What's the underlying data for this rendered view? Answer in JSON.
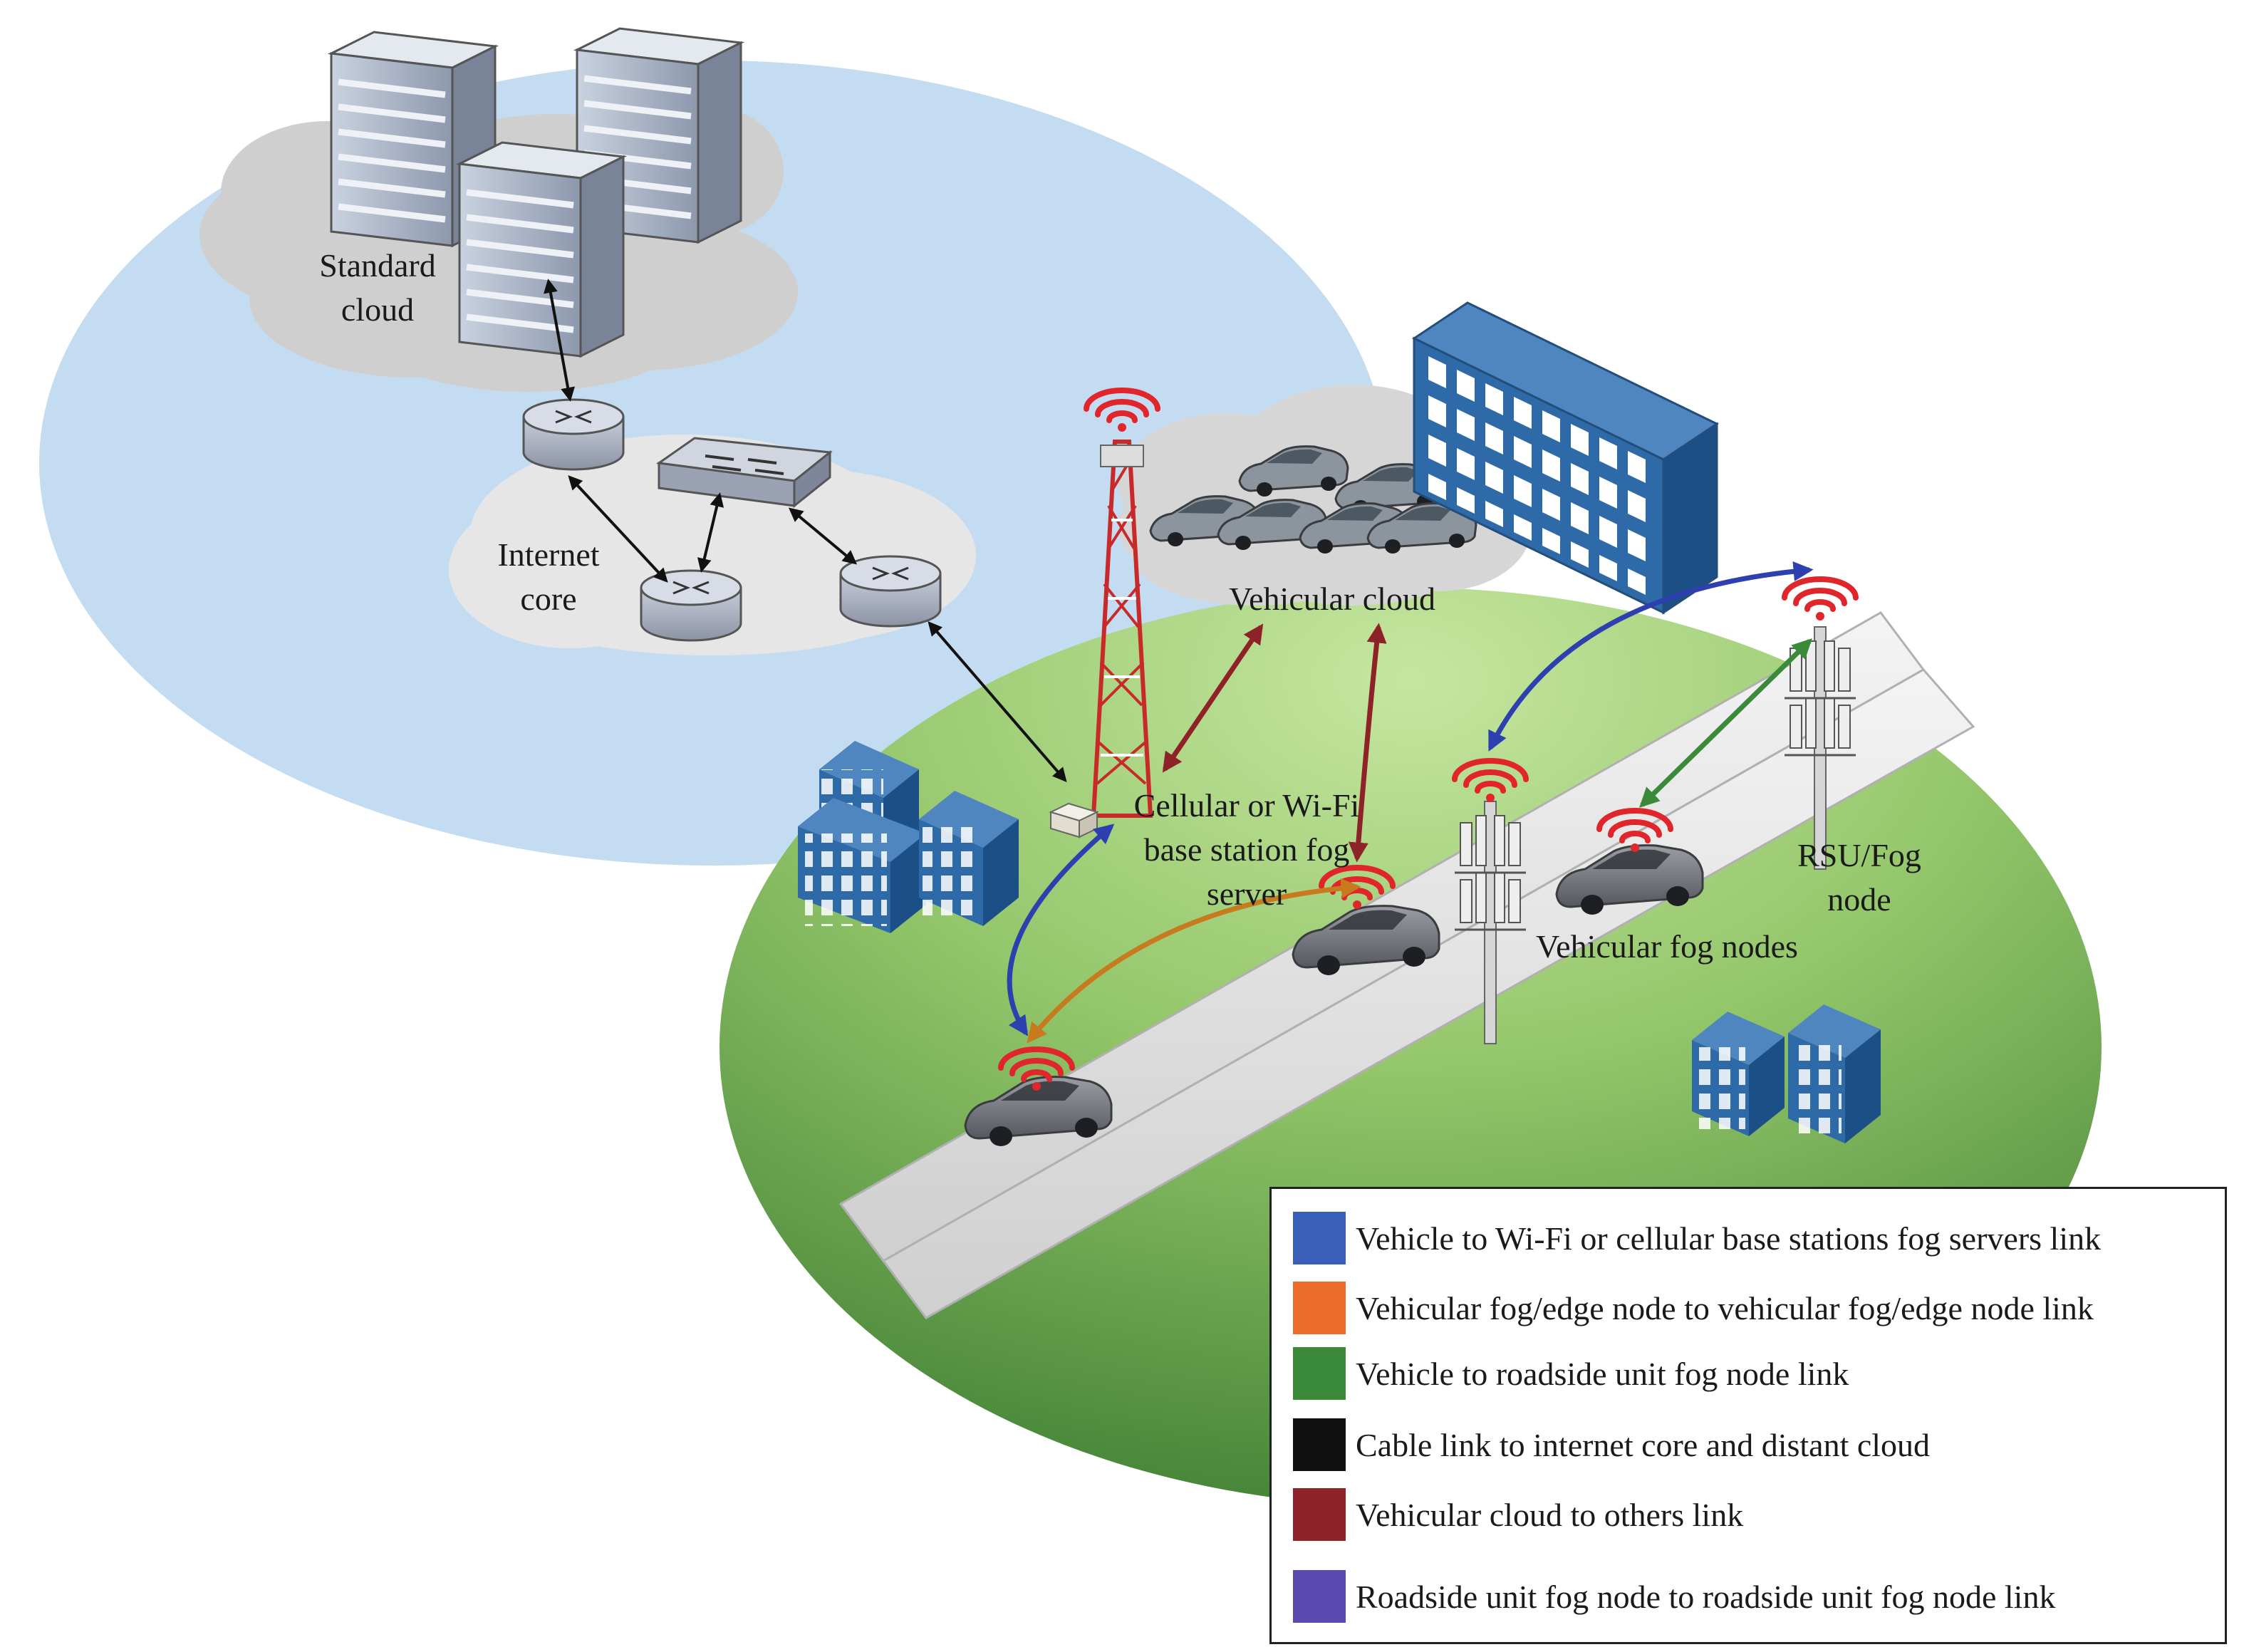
{
  "labels": {
    "standard_cloud": "Standard\ncloud",
    "internet_core": "Internet\ncore",
    "vehicular_cloud": "Vehicular cloud",
    "base_station": "Cellular or Wi-Fi\nbase station fog\nserver",
    "rsu_fog_node": "RSU/Fog\nnode",
    "vehicular_fog_nodes": "Vehicular fog nodes"
  },
  "legend": [
    {
      "color": "#3a5fb8",
      "text": "Vehicle to Wi-Fi or cellular base stations fog servers link"
    },
    {
      "color": "#ec6a2a",
      "text": "Vehicular fog/edge node to vehicular fog/edge node link"
    },
    {
      "color": "#3a8a3a",
      "text": "Vehicle to roadside unit fog node link"
    },
    {
      "color": "#111111",
      "text": "Cable link to internet core and distant cloud"
    },
    {
      "color": "#8e2229",
      "text": "Vehicular cloud to others link"
    },
    {
      "color": "#5a4ab0",
      "text": "Roadside unit fog node to roadside unit fog node link"
    }
  ],
  "colors": {
    "sky": "#c4dcf2",
    "grass_light": "#b8dc8e",
    "grass_dark": "#3f7f33",
    "cloud_grey": "#d4d4d4",
    "building_blue": "#2f6aa8",
    "wifi_red": "#e0262b"
  }
}
